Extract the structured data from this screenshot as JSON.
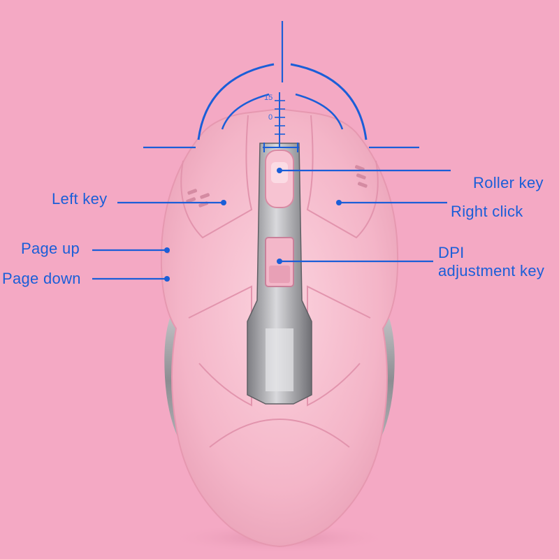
{
  "labels": {
    "roller_key": "Roller key",
    "left_key": "Left key",
    "right_click": "Right click",
    "page_up": "Page up",
    "dpi_line1": "DPI",
    "dpi_line2": "adjustment key",
    "page_down": "Page down"
  },
  "scale": {
    "top_value": "15",
    "mid_value": "0"
  },
  "colors": {
    "background": "#f4a9c4",
    "annotation": "#1a5ed8",
    "mouse_body": "#f6bfcf",
    "metal": "#a9a9ad"
  }
}
